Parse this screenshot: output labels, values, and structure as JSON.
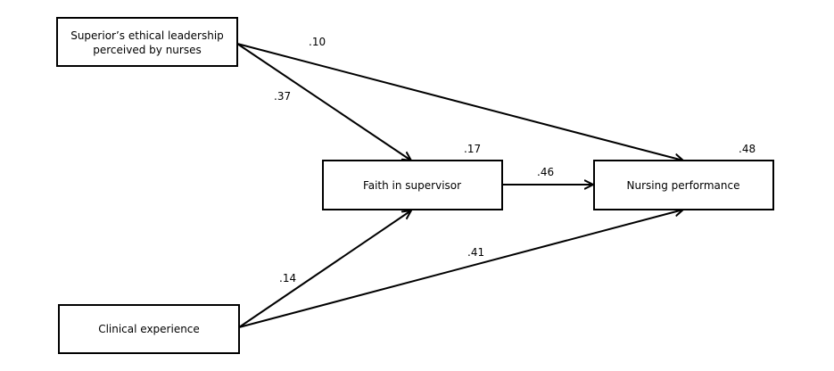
{
  "nodes": {
    "ethical_leadership": {
      "lines": [
        "Superior’s ethical leadership",
        "perceived by nurses"
      ]
    },
    "faith": {
      "label": "Faith in supervisor",
      "r2": ".17"
    },
    "performance": {
      "label": "Nursing performance",
      "r2": ".48"
    },
    "clinical": {
      "label": "Clinical experience"
    }
  },
  "paths": {
    "leadership_to_faith": ".37",
    "leadership_to_performance": ".10",
    "faith_to_performance": ".46",
    "clinical_to_faith": ".14",
    "clinical_to_performance": ".41"
  },
  "colors": {
    "stroke": "#000000",
    "background": "#ffffff"
  }
}
